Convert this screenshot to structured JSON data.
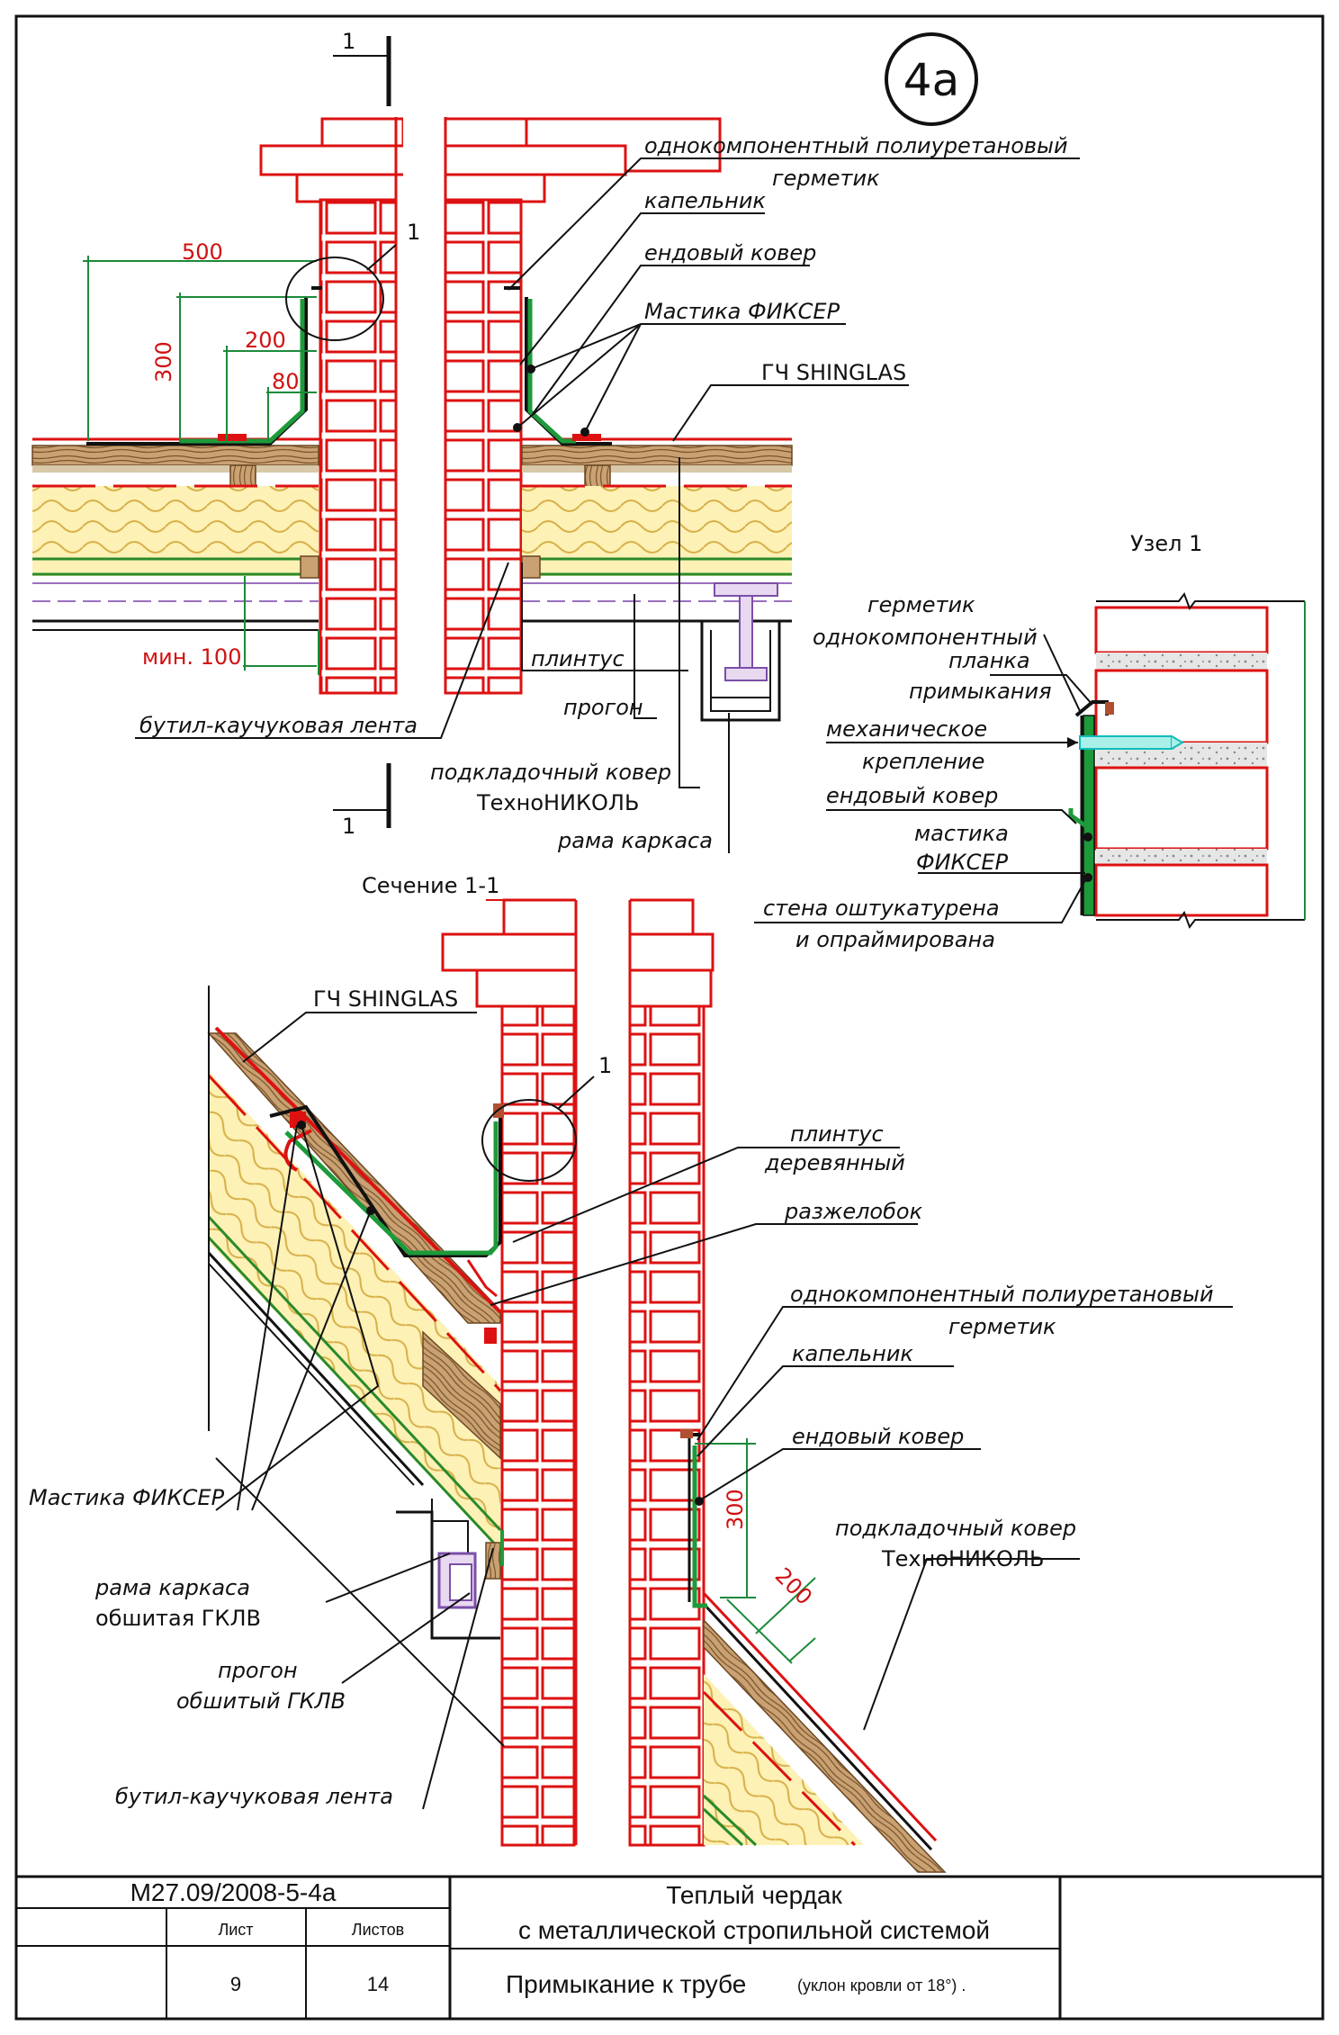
{
  "badge": "4а",
  "section_marker": "1",
  "node_marker": "1",
  "node_title": "Узел 1",
  "section_title": "Сечение 1-1",
  "plan_labels": {
    "sealant": [
      "однокомпонентный полиуретановый",
      "герметик"
    ],
    "drip": "капельник",
    "valley_carpet": "ендовый ковер",
    "mastic": "Мастика ФИКСЕР",
    "shingles": "ГЧ SHINGLAS",
    "plinth": "плинтус",
    "purlin": "прогон",
    "butyl_tape": "бутил-каучуковая лента",
    "underlay": [
      "подкладочный ковер",
      "ТехноНИКОЛЬ"
    ],
    "frame": "рама каркаса"
  },
  "plan_dims": {
    "d500": "500",
    "d300": "300",
    "d200": "200",
    "d80": "80",
    "dmin": "мин. 100"
  },
  "node_labels": {
    "sealant": [
      "герметик",
      "однокомпонентный"
    ],
    "strip": [
      "планка",
      "примыкания"
    ],
    "fastening": [
      "механическое",
      "крепление"
    ],
    "valley_carpet": "ендовый ковер",
    "mastic": [
      "мастика",
      "ФИКСЕР"
    ],
    "wall": [
      "стена оштукатурена",
      "и опраймирована"
    ]
  },
  "section_labels": {
    "shingles": "ГЧ SHINGLAS",
    "wood_plinth": [
      "плинтус",
      "деревянный"
    ],
    "cricket": "разжелобок",
    "sealant": [
      "однокомпонентный полиуретановый",
      "герметик"
    ],
    "drip": "капельник",
    "valley_carpet": "ендовый ковер",
    "underlay": [
      "подкладочный ковер",
      "ТехноНИКОЛЬ"
    ],
    "mastic": "Мастика ФИКСЕР",
    "frame": [
      "рама каркаса",
      "обшитая ГКЛВ"
    ],
    "purlin": [
      "прогон",
      "обшитый ГКЛВ"
    ],
    "butyl_tape": "бутил-каучуковая лента"
  },
  "section_dims": {
    "d300": "300",
    "d200": "200"
  },
  "title_block": {
    "code": "М27.09/2008-5-4а",
    "title_line1": "Теплый чердак",
    "title_line2": "с металлической стропильной системой",
    "sheet_label": "Лист",
    "sheets_label": "Листов",
    "sheet": "9",
    "sheets": "14",
    "drawing_name": "Примыкание к трубе",
    "drawing_note": "(уклон кровли от 18°) ."
  }
}
